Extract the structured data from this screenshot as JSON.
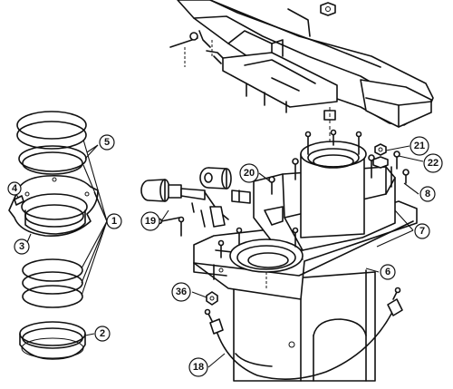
{
  "callouts": [
    {
      "id": "c1",
      "label": "1"
    },
    {
      "id": "c2",
      "label": "2"
    },
    {
      "id": "c3",
      "label": "3"
    },
    {
      "id": "c4",
      "label": "4"
    },
    {
      "id": "c5",
      "label": "5"
    },
    {
      "id": "c6",
      "label": "6"
    },
    {
      "id": "c7",
      "label": "7"
    },
    {
      "id": "c8",
      "label": "8"
    },
    {
      "id": "c18",
      "label": "18"
    },
    {
      "id": "c19",
      "label": "19"
    },
    {
      "id": "c20",
      "label": "20"
    },
    {
      "id": "c21",
      "label": "21"
    },
    {
      "id": "c22",
      "label": "22"
    },
    {
      "id": "c36",
      "label": "36"
    }
  ]
}
